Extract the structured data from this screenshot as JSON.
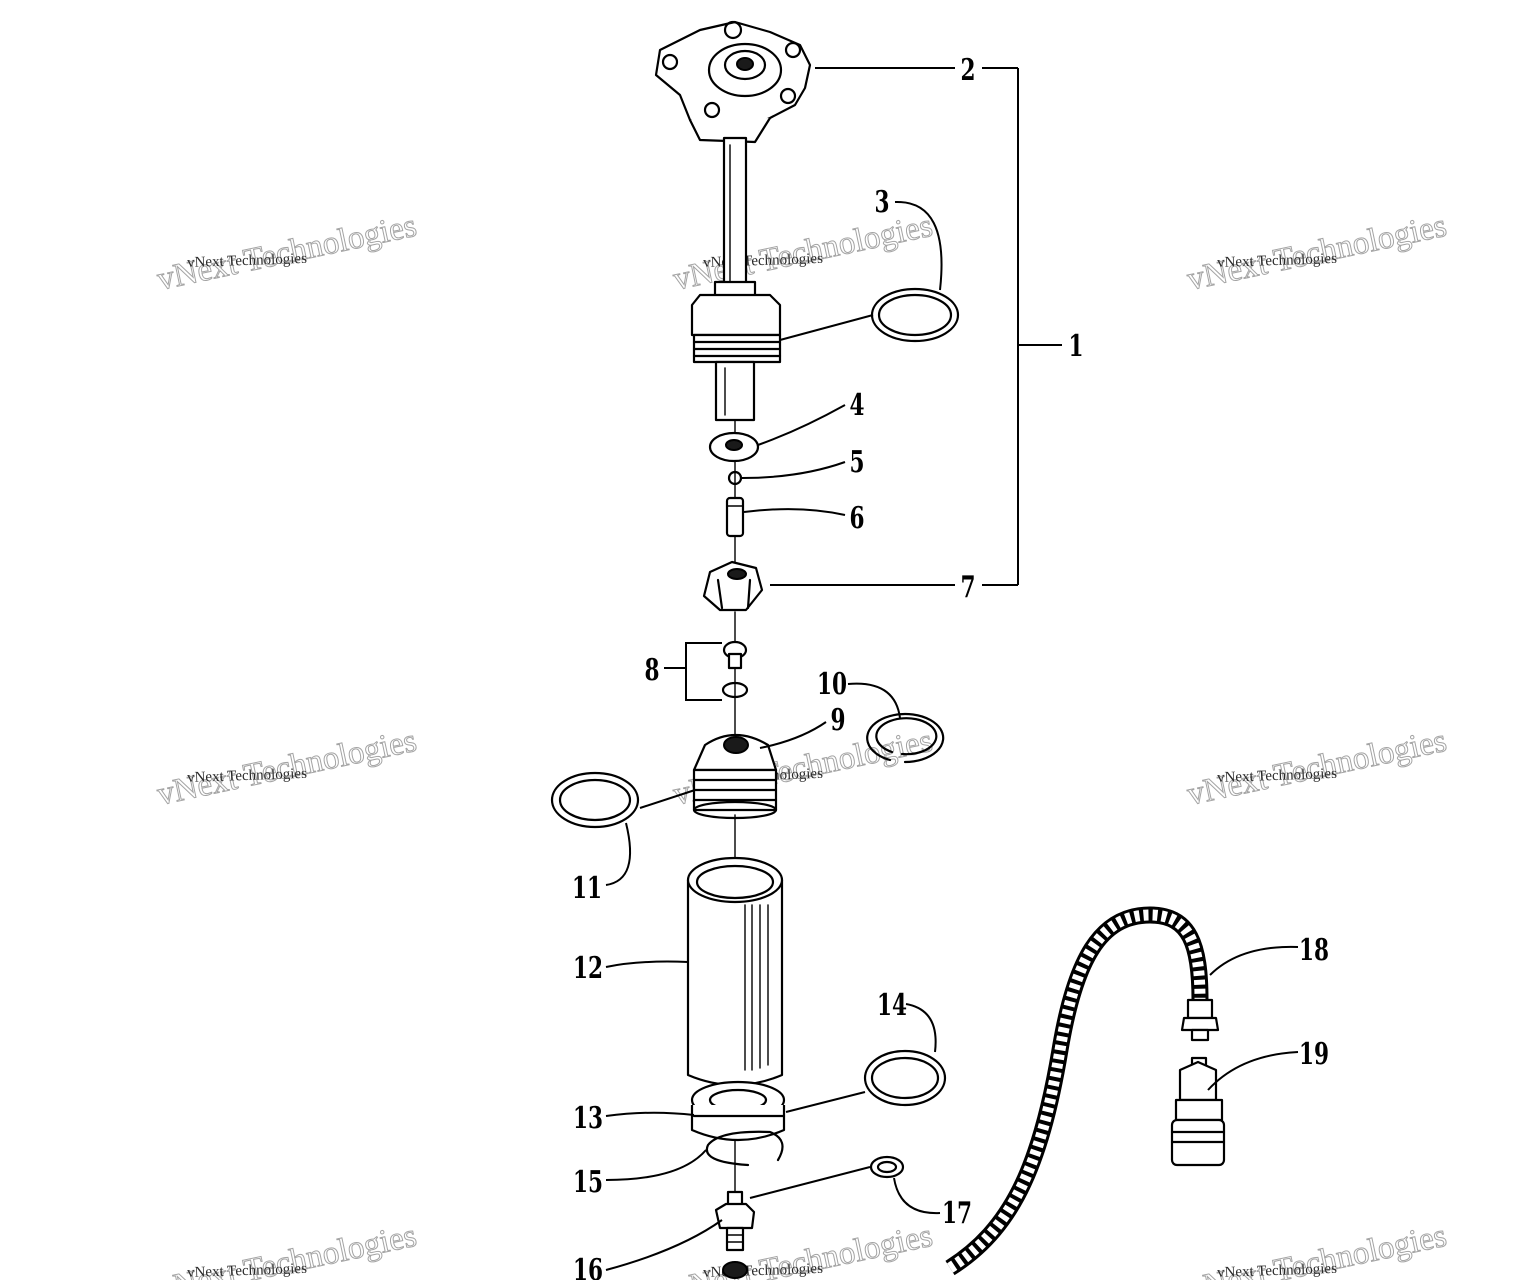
{
  "callouts": [
    "1",
    "2",
    "3",
    "4",
    "5",
    "6",
    "7",
    "8",
    "9",
    "10",
    "11",
    "12",
    "13",
    "14",
    "15",
    "16",
    "17",
    "18",
    "19"
  ],
  "watermark": {
    "large": "vNext Technologies",
    "small": "vNext Technologies"
  },
  "colors": {
    "ink": "#000000",
    "paper": "#ffffff",
    "watermark": "#9a9a9a"
  }
}
